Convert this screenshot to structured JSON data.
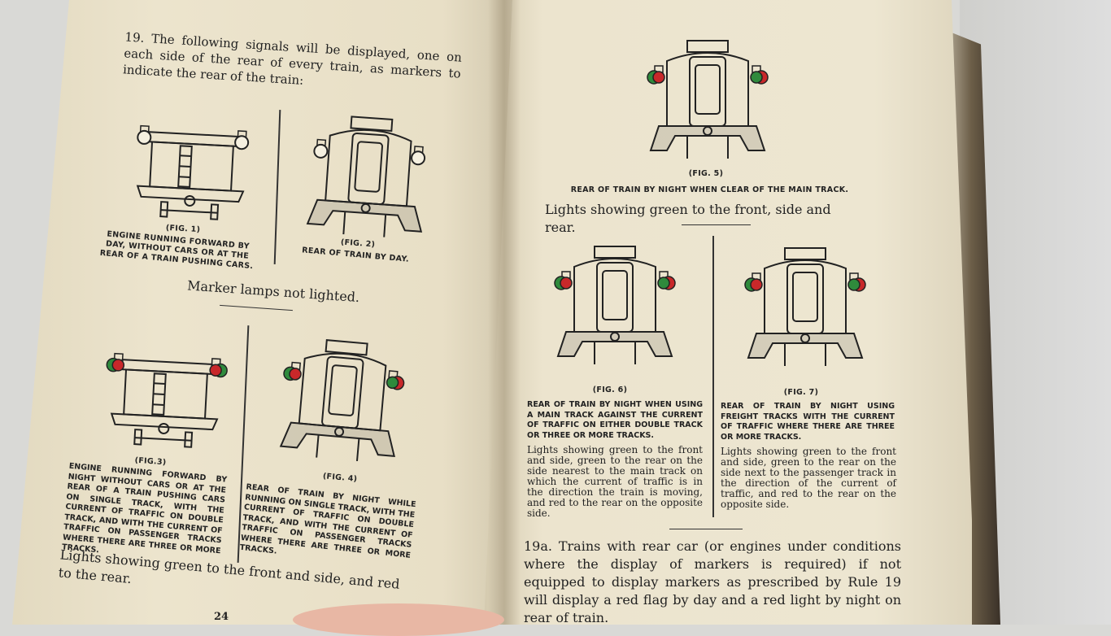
{
  "left_page": {
    "rule_19": "19. The following signals will be displayed, one on each side of the rear of every train, as markers to indicate the rear of the train:",
    "fig1": {
      "label": "(FIG. 1)",
      "caption": "ENGINE RUNNING FORWARD BY DAY, WITHOUT CARS OR AT THE REAR OF A TRAIN PUSHING CARS.",
      "lamps": [
        "none",
        "none"
      ]
    },
    "fig2": {
      "label": "(FIG. 2)",
      "caption": "REAR OF TRAIN BY DAY.",
      "lamps": [
        "none",
        "none"
      ]
    },
    "note_unlit": "Marker lamps not lighted.",
    "fig3": {
      "label": "(FIG.3)",
      "caption": "ENGINE RUNNING FORWARD BY NIGHT WITHOUT CARS OR AT THE REAR OF A TRAIN PUSHING CARS ON SINGLE TRACK, WITH THE CURRENT OF TRAFFIC ON DOUBLE TRACK, AND WITH THE CURRENT OF TRAFFIC ON PASSENGER TRACKS WHERE THERE ARE THREE OR MORE TRACKS.",
      "lamps": [
        "red",
        "red"
      ]
    },
    "fig4": {
      "label": "(FIG. 4)",
      "caption": "REAR OF TRAIN BY NIGHT WHILE RUNNING ON SINGLE TRACK, WITH THE CURRENT OF TRAFFIC ON DOUBLE TRACK, AND WITH THE CURRENT OF TRAFFIC ON PASSENGER TRACKS WHERE THERE ARE THREE OR MORE TRACKS.",
      "lamps": [
        "green-red",
        "red-green"
      ]
    },
    "note_lights": "Lights showing green to the front and side, and red to the rear.",
    "page_number": "24"
  },
  "right_page": {
    "fig5": {
      "label": "(FIG. 5)",
      "caption": "REAR OF TRAIN BY NIGHT WHEN CLEAR OF THE MAIN TRACK.",
      "lamps": [
        "green-red",
        "red-green"
      ]
    },
    "note_green": "Lights showing green to the front, side and rear.",
    "fig6": {
      "label": "(FIG. 6)",
      "caption": "REAR OF TRAIN BY NIGHT WHEN USING A MAIN TRACK AGAINST THE CURRENT OF TRAFFIC ON EITHER DOUBLE TRACK OR THREE OR MORE TRACKS.",
      "text": "Lights showing green to the front and side, green to the rear on the side nearest to the main track on which the current of traffic is in the direction the train is moving, and red to the rear on the opposite side.",
      "lamps": [
        "green-red",
        "red-green"
      ]
    },
    "fig7": {
      "label": "(FIG. 7)",
      "caption": "REAR OF TRAIN BY NIGHT USING FREIGHT TRACKS WITH THE CURRENT OF TRAFFIC WHERE THERE ARE THREE OR MORE TRACKS.",
      "text": "Lights showing green to the front and side, green to the rear on the side next to the passenger track in the direction of the current of traffic, and red to the rear on the opposite side.",
      "lamps": [
        "green-red",
        "red-green"
      ]
    },
    "rule_19a": "19a. Trains with rear car (or engines under conditions where the display of markers is required) if not equipped to display markers as prescribed by Rule 19 will display a red flag by day and a red light by night on rear of train."
  },
  "colors": {
    "green": "#2f8a3c",
    "red": "#c8282a",
    "paper": "#ece4cd",
    "ink": "#222222"
  }
}
